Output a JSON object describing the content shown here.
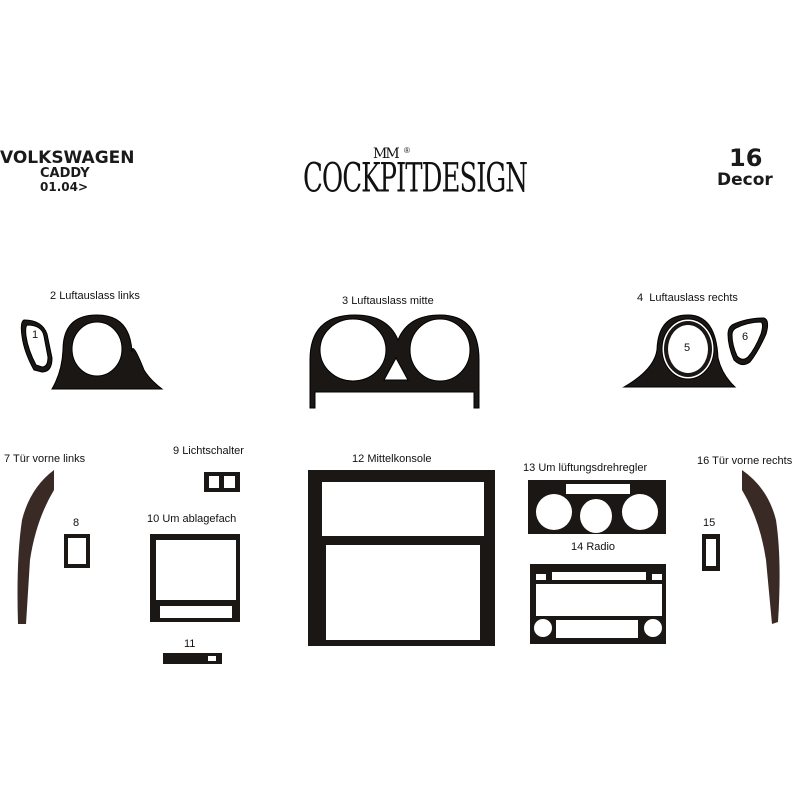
{
  "header": {
    "make": "VOLKSWAGEN",
    "model": "CADDY",
    "date": "01.04>",
    "brand_top": "MM",
    "brand_registered": "®",
    "brand": "COCKPITDESIGN",
    "piece_count": "16",
    "finish": "Decor"
  },
  "parts": [
    {
      "num": "1",
      "label": ""
    },
    {
      "num": "2",
      "label": "Luftauslass links"
    },
    {
      "num": "3",
      "label": "Luftauslass mitte"
    },
    {
      "num": "4",
      "label": "Luftauslass rechts"
    },
    {
      "num": "5",
      "label": ""
    },
    {
      "num": "6",
      "label": ""
    },
    {
      "num": "7",
      "label": "Tür vorne links"
    },
    {
      "num": "8",
      "label": ""
    },
    {
      "num": "9",
      "label": "Lichtschalter"
    },
    {
      "num": "10",
      "label": "Um ablagefach"
    },
    {
      "num": "11",
      "label": ""
    },
    {
      "num": "12",
      "label": "Mittelkonsole"
    },
    {
      "num": "13",
      "label": "Um lüftungsdrehregler"
    },
    {
      "num": "14",
      "label": "Radio"
    },
    {
      "num": "15",
      "label": ""
    },
    {
      "num": "16",
      "label": "Tür vorne rechts"
    }
  ],
  "colors": {
    "trim": "#1b1715",
    "wood": "#3a2a26",
    "outline": "#000000"
  }
}
